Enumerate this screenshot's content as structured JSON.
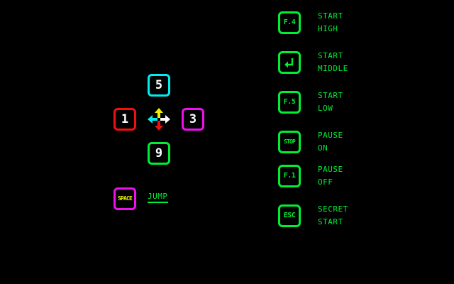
{
  "colors": {
    "background": "#000000",
    "green": "#00ee33",
    "cyan": "#00eeee",
    "red": "#ee1111",
    "magenta": "#ee11ee",
    "yellow": "#eeee00",
    "white": "#ffffff"
  },
  "movement": {
    "up_key": "5",
    "left_key": "1",
    "right_key": "3",
    "down_key": "9"
  },
  "jump": {
    "key": "SPACE",
    "label": "JUMP"
  },
  "commands": [
    {
      "key": "F.4",
      "line1": "START",
      "line2": "HIGH"
    },
    {
      "key": "",
      "icon": "enter-arrow-icon",
      "line1": "START",
      "line2": "MIDDLE"
    },
    {
      "key": "F.5",
      "line1": "START",
      "line2": "LOW"
    },
    {
      "key": "STOP",
      "line1": "PAUSE",
      "line2": "ON"
    },
    {
      "key": "F.1",
      "line1": "PAUSE",
      "line2": "OFF"
    },
    {
      "key": "ESC",
      "line1": "SECRET",
      "line2": "START"
    }
  ],
  "icons": {
    "direction": "four-way-arrows-icon",
    "enter": "enter-arrow-icon"
  }
}
